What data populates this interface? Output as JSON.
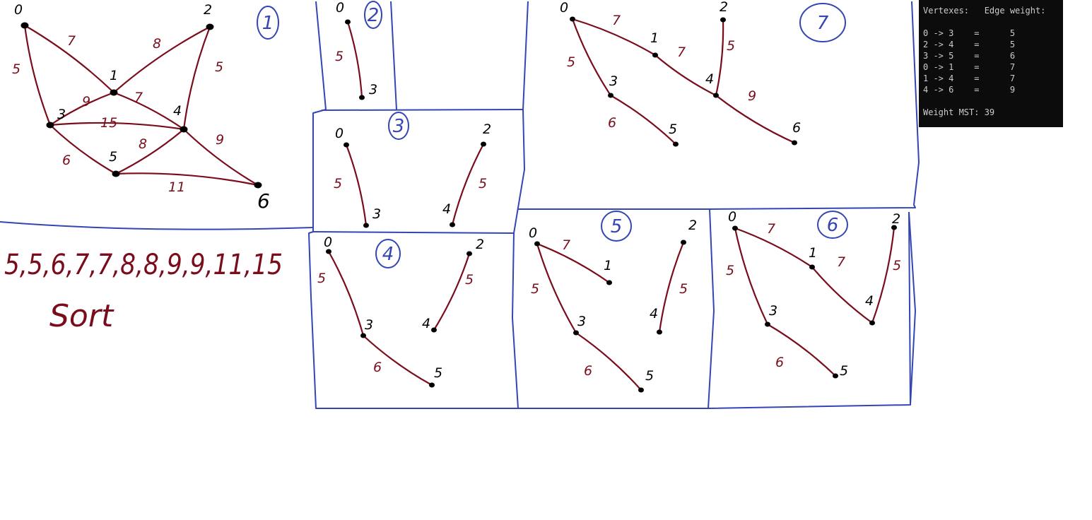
{
  "colors": {
    "edge": "#7a0d1c",
    "weight_text": "#7a0d1c",
    "frame": "#3445b4",
    "vertex": "#000000",
    "console_bg": "#0c0c0c",
    "console_text": "#cccccc"
  },
  "sorted_weights": "5,5,6,7,7,8,8,9,9,11,15",
  "sort_label": "Sort",
  "panels": [
    {
      "id": "graph",
      "step": "1",
      "vertices": [
        {
          "id": "0",
          "label": "0"
        },
        {
          "id": "1",
          "label": "1"
        },
        {
          "id": "2",
          "label": "2"
        },
        {
          "id": "3",
          "label": "3"
        },
        {
          "id": "4",
          "label": "4"
        },
        {
          "id": "5",
          "label": "5"
        },
        {
          "id": "6",
          "label": "6"
        }
      ],
      "edges": [
        {
          "from": "0",
          "to": "1",
          "weight": "7"
        },
        {
          "from": "0",
          "to": "3",
          "weight": "5"
        },
        {
          "from": "1",
          "to": "2",
          "weight": "8"
        },
        {
          "from": "1",
          "to": "3",
          "weight": "9"
        },
        {
          "from": "1",
          "to": "4",
          "weight": "7"
        },
        {
          "from": "2",
          "to": "4",
          "weight": "5"
        },
        {
          "from": "3",
          "to": "4",
          "weight": "15"
        },
        {
          "from": "3",
          "to": "5",
          "weight": "6"
        },
        {
          "from": "4",
          "to": "5",
          "weight": "8"
        },
        {
          "from": "4",
          "to": "6",
          "weight": "9"
        },
        {
          "from": "5",
          "to": "6",
          "weight": "11"
        }
      ]
    },
    {
      "id": "step2",
      "step": "2",
      "vertices": [
        {
          "id": "0",
          "label": "0"
        },
        {
          "id": "3",
          "label": "3"
        }
      ],
      "edges": [
        {
          "from": "0",
          "to": "3",
          "weight": "5"
        }
      ]
    },
    {
      "id": "step3",
      "step": "3",
      "vertices": [
        {
          "id": "0",
          "label": "0"
        },
        {
          "id": "3",
          "label": "3"
        },
        {
          "id": "2",
          "label": "2"
        },
        {
          "id": "4",
          "label": "4"
        }
      ],
      "edges": [
        {
          "from": "0",
          "to": "3",
          "weight": "5"
        },
        {
          "from": "2",
          "to": "4",
          "weight": "5"
        }
      ]
    },
    {
      "id": "step4",
      "step": "4",
      "vertices": [
        {
          "id": "0",
          "label": "0"
        },
        {
          "id": "3",
          "label": "3"
        },
        {
          "id": "5",
          "label": "5"
        },
        {
          "id": "2",
          "label": "2"
        },
        {
          "id": "4",
          "label": "4"
        }
      ],
      "edges": [
        {
          "from": "0",
          "to": "3",
          "weight": "5"
        },
        {
          "from": "3",
          "to": "5",
          "weight": "6"
        },
        {
          "from": "2",
          "to": "4",
          "weight": "5"
        }
      ]
    },
    {
      "id": "step5",
      "step": "5",
      "vertices": [
        {
          "id": "0",
          "label": "0"
        },
        {
          "id": "1",
          "label": "1"
        },
        {
          "id": "3",
          "label": "3"
        },
        {
          "id": "5",
          "label": "5"
        },
        {
          "id": "2",
          "label": "2"
        },
        {
          "id": "4",
          "label": "4"
        }
      ],
      "edges": [
        {
          "from": "0",
          "to": "1",
          "weight": "7"
        },
        {
          "from": "0",
          "to": "3",
          "weight": "5"
        },
        {
          "from": "3",
          "to": "5",
          "weight": "6"
        },
        {
          "from": "2",
          "to": "4",
          "weight": "5"
        }
      ]
    },
    {
      "id": "step6",
      "step": "6",
      "vertices": [
        {
          "id": "0",
          "label": "0"
        },
        {
          "id": "1",
          "label": "1"
        },
        {
          "id": "2",
          "label": "2"
        },
        {
          "id": "3",
          "label": "3"
        },
        {
          "id": "4",
          "label": "4"
        },
        {
          "id": "5",
          "label": "5"
        }
      ],
      "edges": [
        {
          "from": "0",
          "to": "1",
          "weight": "7"
        },
        {
          "from": "1",
          "to": "4",
          "weight": "7"
        },
        {
          "from": "2",
          "to": "4",
          "weight": "5"
        },
        {
          "from": "0",
          "to": "3",
          "weight": "5"
        },
        {
          "from": "3",
          "to": "5",
          "weight": "6"
        }
      ]
    },
    {
      "id": "step7",
      "step": "7",
      "vertices": [
        {
          "id": "0",
          "label": "0"
        },
        {
          "id": "1",
          "label": "1"
        },
        {
          "id": "2",
          "label": "2"
        },
        {
          "id": "3",
          "label": "3"
        },
        {
          "id": "4",
          "label": "4"
        },
        {
          "id": "5",
          "label": "5"
        },
        {
          "id": "6",
          "label": "6"
        }
      ],
      "edges": [
        {
          "from": "0",
          "to": "1",
          "weight": "7"
        },
        {
          "from": "1",
          "to": "4",
          "weight": "7"
        },
        {
          "from": "2",
          "to": "4",
          "weight": "5"
        },
        {
          "from": "0",
          "to": "3",
          "weight": "5"
        },
        {
          "from": "3",
          "to": "5",
          "weight": "6"
        },
        {
          "from": "4",
          "to": "6",
          "weight": "9"
        }
      ]
    }
  ],
  "console": {
    "header": "Vertexes:   Edge weight:",
    "rows": [
      "0 -> 3    =      5",
      "2 -> 4    =      5",
      "3 -> 5    =      6",
      "0 -> 1    =      7",
      "1 -> 4    =      7",
      "4 -> 6    =      9"
    ],
    "total": "Weight MST: 39"
  }
}
